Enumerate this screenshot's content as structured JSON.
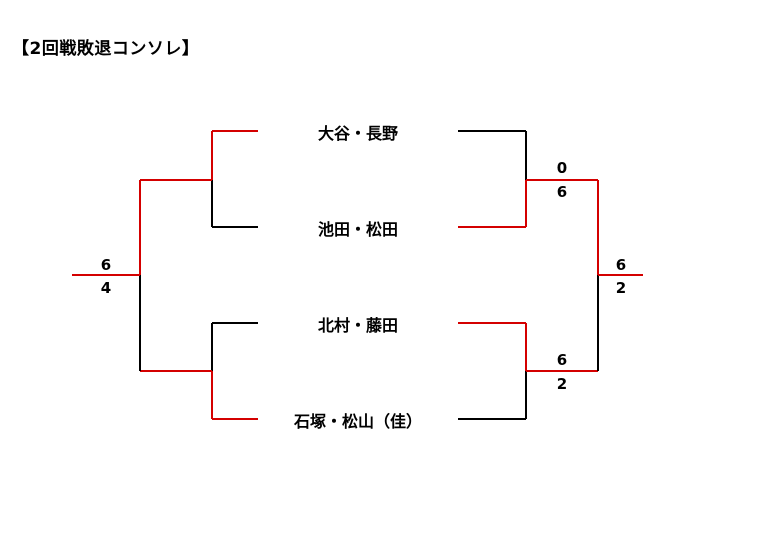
{
  "title": "【2回戦敗退コンソレ】",
  "players": [
    "大谷・長野",
    "池田・松田",
    "北村・藤田",
    "石塚・松山（佳）"
  ],
  "scores": {
    "left_final_top": "6",
    "left_final_bottom": "4",
    "right_semi1_top": "0",
    "right_semi1_bottom": "6",
    "right_semi2_top": "6",
    "right_semi2_bottom": "2",
    "right_final_top": "6",
    "right_final_bottom": "2"
  },
  "colors": {
    "winner_line": "#d40000",
    "bracket_line": "#000000"
  }
}
